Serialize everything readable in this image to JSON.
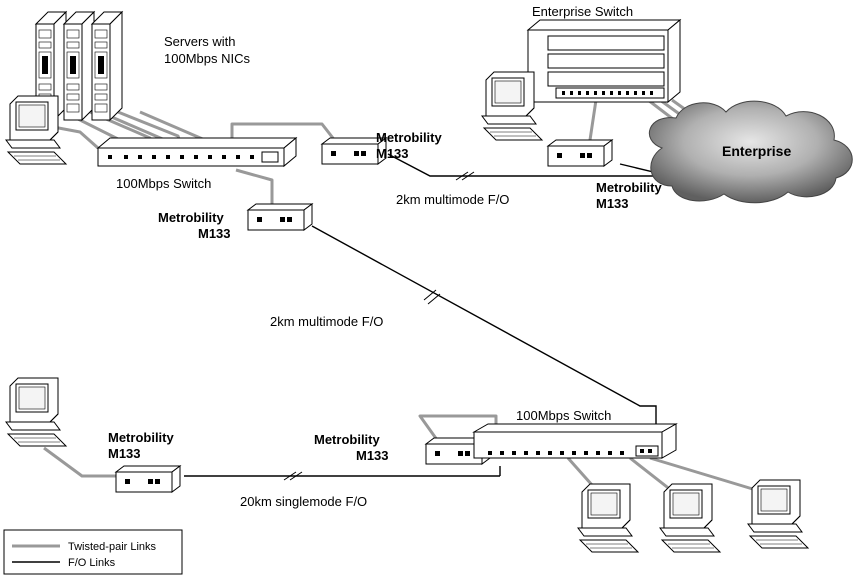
{
  "labels": {
    "servers_line1": "Servers with",
    "servers_line2": "100Mbps NICs",
    "enterprise_switch": "Enterprise Switch",
    "enterprise_cloud": "Enterprise",
    "switch_top": "100Mbps Switch",
    "switch_bottom": "100Mbps Switch",
    "link_top": "2km multimode F/O",
    "link_middle": "2km multimode F/O",
    "link_bottom": "20km singlemode F/O"
  },
  "converters": [
    {
      "brand": "Metrobility",
      "model": "M133"
    },
    {
      "brand": "Metrobility",
      "model": "M133"
    },
    {
      "brand": "Metrobility",
      "model": "M133"
    },
    {
      "brand": "Metrobility",
      "model": "M133"
    },
    {
      "brand": "Metrobility",
      "model": "M133"
    }
  ],
  "legend": {
    "twisted_pair": "Twisted-pair Links",
    "fo": "F/O Links"
  },
  "colors": {
    "twisted_pair": "#999999",
    "fo": "#000000",
    "cloud_dark": "#6e6e6e",
    "cloud_light": "#d8d8d8",
    "device_fill": "#ffffff",
    "panel_fill": "#e8e8e8"
  }
}
